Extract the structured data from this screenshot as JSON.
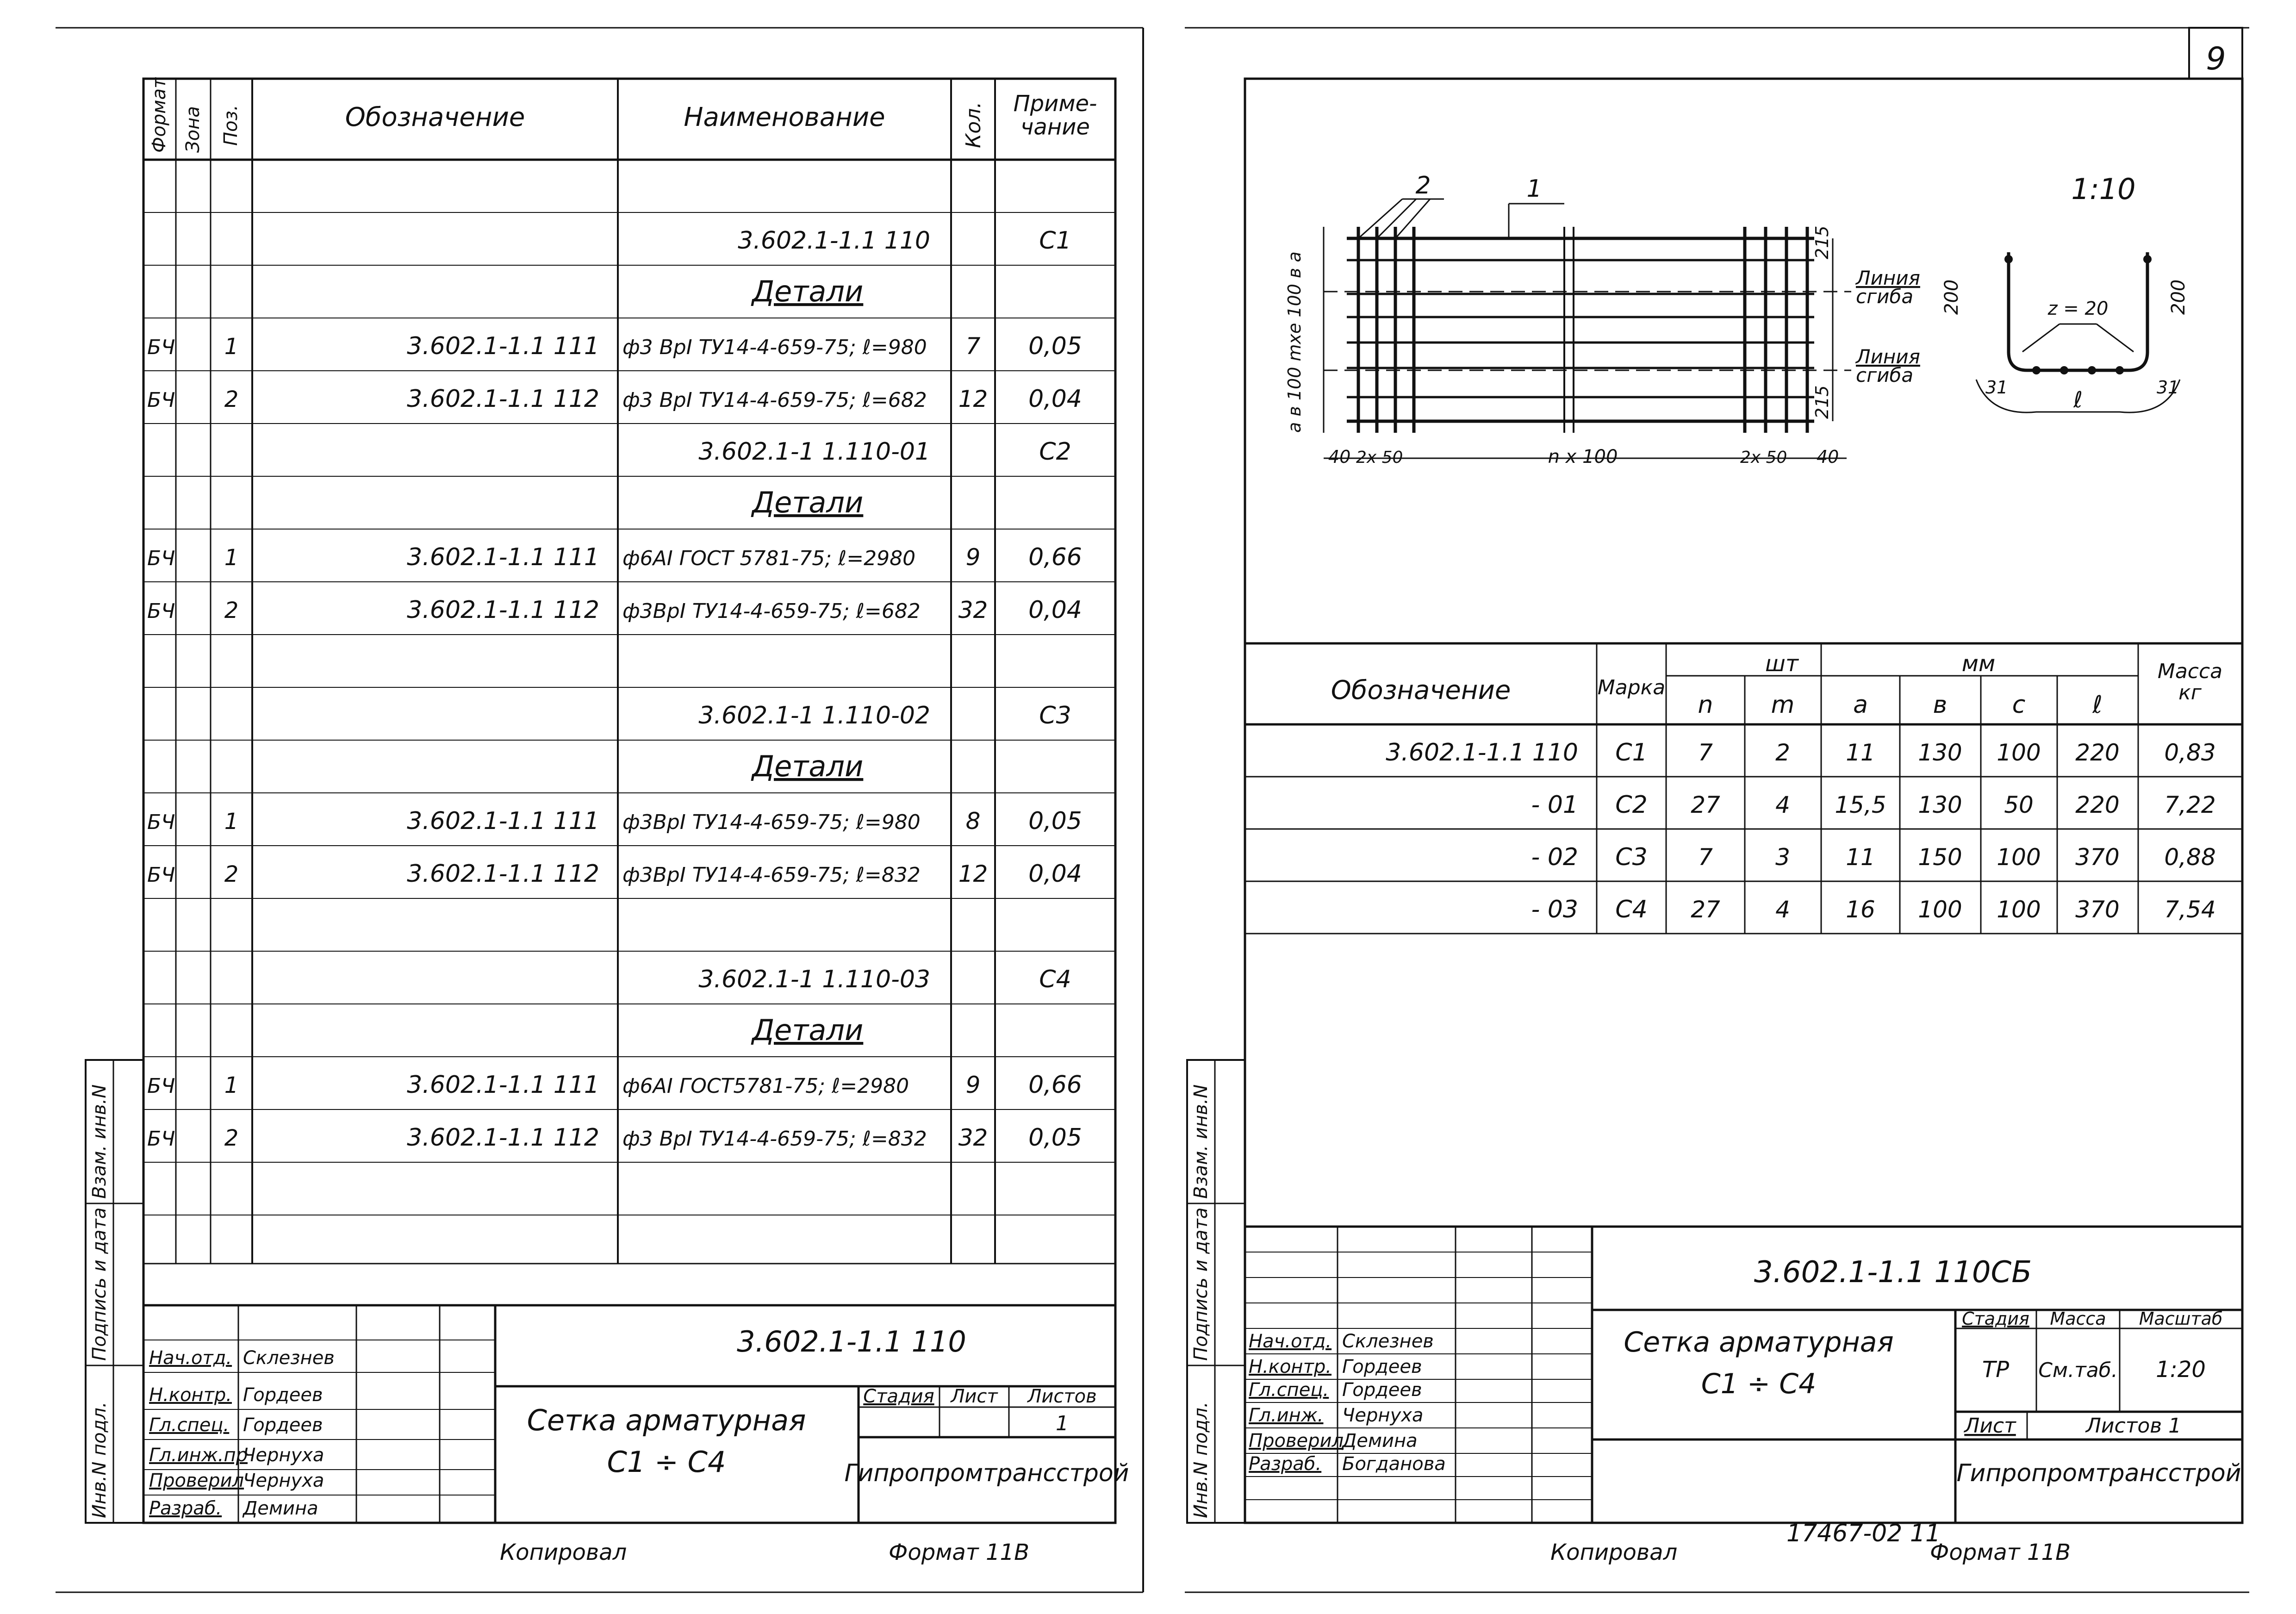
{
  "sheet_number": "9",
  "left": {
    "headers": {
      "format": "Формат",
      "zone": "Зона",
      "pos": "Поз.",
      "designation": "Обозначение",
      "name": "Наименование",
      "qty": "Кол.",
      "note": "Приме-\nчание"
    },
    "rows": [
      {
        "fmt": "",
        "pos": "",
        "designation": "",
        "name": "",
        "qty": "",
        "note": ""
      },
      {
        "fmt": "",
        "pos": "",
        "designation": "",
        "name": "3.602.1-1.1 110",
        "qty": "",
        "note": "С1"
      },
      {
        "fmt": "",
        "pos": "",
        "designation": "",
        "name": "Детали",
        "qty": "",
        "note": "",
        "heading": true
      },
      {
        "fmt": "БЧ",
        "pos": "1",
        "designation": "3.602.1-1.1 111",
        "name": "ф3 ВрI ТУ14-4-659-75; ℓ=980",
        "qty": "7",
        "note": "0,05"
      },
      {
        "fmt": "БЧ",
        "pos": "2",
        "designation": "3.602.1-1.1 112",
        "name": "ф3 ВрI ТУ14-4-659-75; ℓ=682",
        "qty": "12",
        "note": "0,04"
      },
      {
        "fmt": "",
        "pos": "",
        "designation": "",
        "name": "3.602.1-1 1.110-01",
        "qty": "",
        "note": "С2"
      },
      {
        "fmt": "",
        "pos": "",
        "designation": "",
        "name": "Детали",
        "qty": "",
        "note": "",
        "heading": true
      },
      {
        "fmt": "БЧ",
        "pos": "1",
        "designation": "3.602.1-1.1 111",
        "name": "ф6АI ГОСТ 5781-75; ℓ=2980",
        "qty": "9",
        "note": "0,66"
      },
      {
        "fmt": "БЧ",
        "pos": "2",
        "designation": "3.602.1-1.1 112",
        "name": "ф3ВрI ТУ14-4-659-75; ℓ=682",
        "qty": "32",
        "note": "0,04"
      },
      {
        "fmt": "",
        "pos": "",
        "designation": "",
        "name": "",
        "qty": "",
        "note": ""
      },
      {
        "fmt": "",
        "pos": "",
        "designation": "",
        "name": "3.602.1-1 1.110-02",
        "qty": "",
        "note": "С3"
      },
      {
        "fmt": "",
        "pos": "",
        "designation": "",
        "name": "Детали",
        "qty": "",
        "note": "",
        "heading": true
      },
      {
        "fmt": "БЧ",
        "pos": "1",
        "designation": "3.602.1-1.1 111",
        "name": "ф3ВрI ТУ14-4-659-75; ℓ=980",
        "qty": "8",
        "note": "0,05"
      },
      {
        "fmt": "БЧ",
        "pos": "2",
        "designation": "3.602.1-1.1 112",
        "name": "ф3ВрI ТУ14-4-659-75; ℓ=832",
        "qty": "12",
        "note": "0,04"
      },
      {
        "fmt": "",
        "pos": "",
        "designation": "",
        "name": "",
        "qty": "",
        "note": ""
      },
      {
        "fmt": "",
        "pos": "",
        "designation": "",
        "name": "3.602.1-1 1.110-03",
        "qty": "",
        "note": "С4"
      },
      {
        "fmt": "",
        "pos": "",
        "designation": "",
        "name": "Детали",
        "qty": "",
        "note": "",
        "heading": true
      },
      {
        "fmt": "БЧ",
        "pos": "1",
        "designation": "3.602.1-1.1 111",
        "name": "ф6АI ГОСТ5781-75; ℓ=2980",
        "qty": "9",
        "note": "0,66"
      },
      {
        "fmt": "БЧ",
        "pos": "2",
        "designation": "3.602.1-1.1 112",
        "name": "ф3 ВрI ТУ14-4-659-75; ℓ=832",
        "qty": "32",
        "note": "0,05"
      },
      {
        "fmt": "",
        "pos": "",
        "designation": "",
        "name": "",
        "qty": "",
        "note": ""
      },
      {
        "fmt": "",
        "pos": "",
        "designation": "",
        "name": "",
        "qty": "",
        "note": ""
      }
    ],
    "side_labels": [
      "Инв.N подл.",
      "Подпись и дата",
      "Взам. инв.N"
    ],
    "title_block": {
      "code": "3.602.1-1.1 110",
      "title": "Сетка арматурная",
      "subtitle": "С1 ÷ С4",
      "stage_label": "Стадия",
      "sheet_label": "Лист",
      "sheets_label": "Листов",
      "sheets_value": "1",
      "org": "Гипропромтрансстрой",
      "roles": [
        {
          "role": "Нач.отд.",
          "name": "Склезнев"
        },
        {
          "role": "Н.контр.",
          "name": "Гордеев"
        },
        {
          "role": "Гл.спец.",
          "name": "Гордеев"
        },
        {
          "role": "Гл.инж.пр",
          "name": "Чернуха"
        },
        {
          "role": "Проверил",
          "name": "Чернуха"
        },
        {
          "role": "Разраб.",
          "name": "Демина"
        }
      ]
    },
    "copied": "Копировал",
    "format": "Формат 11В"
  },
  "right": {
    "scale_label": "1:10",
    "drawing_labels": {
      "lead1": "1",
      "lead2": "2",
      "line1": "Линия",
      "line1b": "сгиба",
      "line2": "Линия",
      "line2b": "сгиба",
      "dim215a": "215",
      "dim215b": "215",
      "left_dim": "а  в 100  mхе 100 в  а",
      "dim40a": "40",
      "dim2x50a": "2х 50",
      "dimn100": "n х 100",
      "dim2x50b": "2х 50",
      "dim40b": "40",
      "sec200a": "200",
      "sec200b": "200",
      "sec_z": "z = 20",
      "sec_l": "ℓ",
      "sec31a": "31",
      "sec31b": "31"
    },
    "table": {
      "h_designation": "Обозначение",
      "h_mark": "Марка",
      "h_pcs": "шт",
      "h_mm": "мм",
      "h_mass": "Масса\nкг",
      "h_n": "n",
      "h_m": "m",
      "h_a": "а",
      "h_b": "в",
      "h_c": "с",
      "h_l": "ℓ",
      "rows": [
        {
          "des": "3.602.1-1.1 110",
          "mark": "С1",
          "n": "7",
          "m": "2",
          "a": "11",
          "b": "130",
          "c": "100",
          "l": "220",
          "mass": "0,83"
        },
        {
          "des": "- 01",
          "mark": "С2",
          "n": "27",
          "m": "4",
          "a": "15,5",
          "b": "130",
          "c": "50",
          "l": "220",
          "mass": "7,22"
        },
        {
          "des": "- 02",
          "mark": "С3",
          "n": "7",
          "m": "3",
          "a": "11",
          "b": "150",
          "c": "100",
          "l": "370",
          "mass": "0,88"
        },
        {
          "des": "- 03",
          "mark": "С4",
          "n": "27",
          "m": "4",
          "a": "16",
          "b": "100",
          "c": "100",
          "l": "370",
          "mass": "7,54"
        }
      ]
    },
    "side_labels": [
      "Инв.N подл.",
      "Подпись и дата",
      "Взам. инв.N"
    ],
    "title_block": {
      "code": "3.602.1-1.1 110СБ",
      "title": "Сетка арматурная",
      "subtitle": "С1 ÷ С4",
      "stage_label": "Стадия",
      "mass_label": "Масса",
      "scale_label": "Масштаб",
      "stage_value": "ТР",
      "mass_value": "См.таб.",
      "scale_value": "1:20",
      "sheet_label": "Лист",
      "sheets_label": "Листов 1",
      "org": "Гипропромтрансстрой",
      "roles": [
        {
          "role": "Нач.отд.",
          "name": "Склезнев"
        },
        {
          "role": "Н.контр.",
          "name": "Гордеев"
        },
        {
          "role": "Гл.спец.",
          "name": "Гордеев"
        },
        {
          "role": "Гл.инж.",
          "name": "Чернуха"
        },
        {
          "role": "Проверил",
          "name": "Демина"
        },
        {
          "role": "Разраб.",
          "name": "Богданова"
        }
      ]
    },
    "copied": "Копировал",
    "stamp": "17467-02 11",
    "format": "Формат 11В"
  }
}
